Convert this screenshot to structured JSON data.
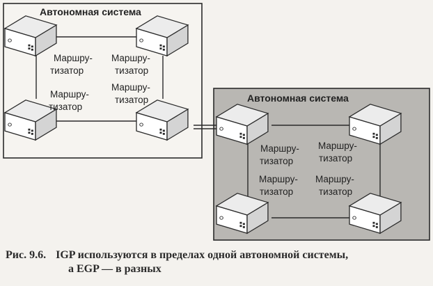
{
  "systems": [
    {
      "title": "Автономная система",
      "routers": [
        {
          "id": "a1"
        },
        {
          "id": "a2"
        },
        {
          "id": "a3"
        },
        {
          "id": "a4"
        }
      ],
      "labels": [
        {
          "lines": [
            "Маршру-",
            "тизатор"
          ]
        },
        {
          "lines": [
            "Маршру-",
            "тизатор"
          ]
        },
        {
          "lines": [
            "Маршру-",
            "тизатор"
          ]
        },
        {
          "lines": [
            "Маршру-",
            "тизатор"
          ]
        }
      ]
    },
    {
      "title": "Автономная система",
      "routers": [
        {
          "id": "b1"
        },
        {
          "id": "b2"
        },
        {
          "id": "b3"
        },
        {
          "id": "b4"
        }
      ],
      "labels": [
        {
          "lines": [
            "Маршру-",
            "тизатор"
          ]
        },
        {
          "lines": [
            "Маршру-",
            "тизатор"
          ]
        },
        {
          "lines": [
            "Маршру-",
            "тизатор"
          ]
        },
        {
          "lines": [
            "Маршру-",
            "тизатор"
          ]
        }
      ]
    }
  ],
  "caption": {
    "number": "Рис. 9.6.",
    "line1": "IGP используются в пределах одной автономной системы,",
    "line2": "а EGP — в разных"
  },
  "colors": {
    "system1_fill": "#f6f4f0",
    "system2_fill": "#b9b7b3",
    "stroke": "#2a2a2a",
    "router_front": "#ffffff",
    "router_top": "#ececec",
    "router_side": "#d4d4d4"
  },
  "icons": [
    "router-icon"
  ]
}
